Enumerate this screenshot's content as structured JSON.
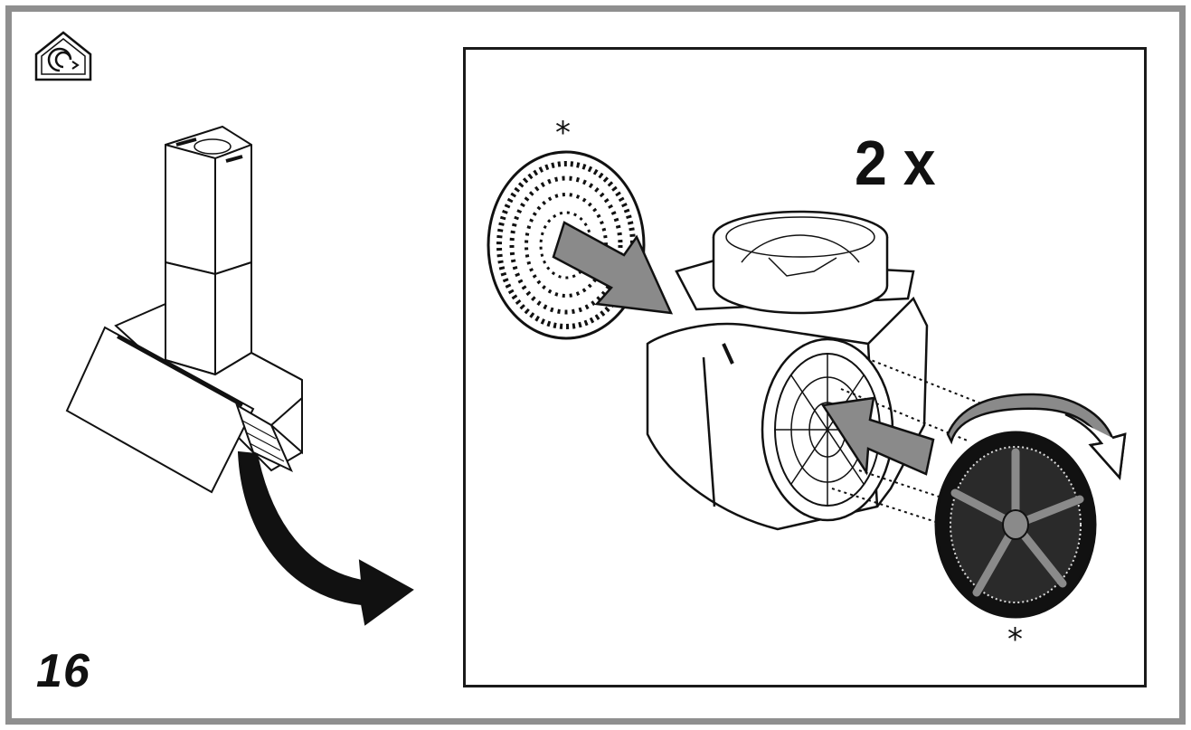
{
  "step": {
    "number": "16"
  },
  "detail": {
    "multiplier": "2 x",
    "asterisk_top": "*",
    "asterisk_bottom": "*"
  },
  "icons": {
    "mode_icon": "recirculation-house-icon",
    "hood_illustration": "cooker-hood-illustration",
    "motor_illustration": "blower-motor-illustration",
    "filter_left": "carbon-filter-icon",
    "filter_right": "carbon-filter-icon"
  },
  "colors": {
    "frame": "#8f8f8f",
    "ink": "#111111",
    "arrow_fill": "#8a8a8a"
  }
}
